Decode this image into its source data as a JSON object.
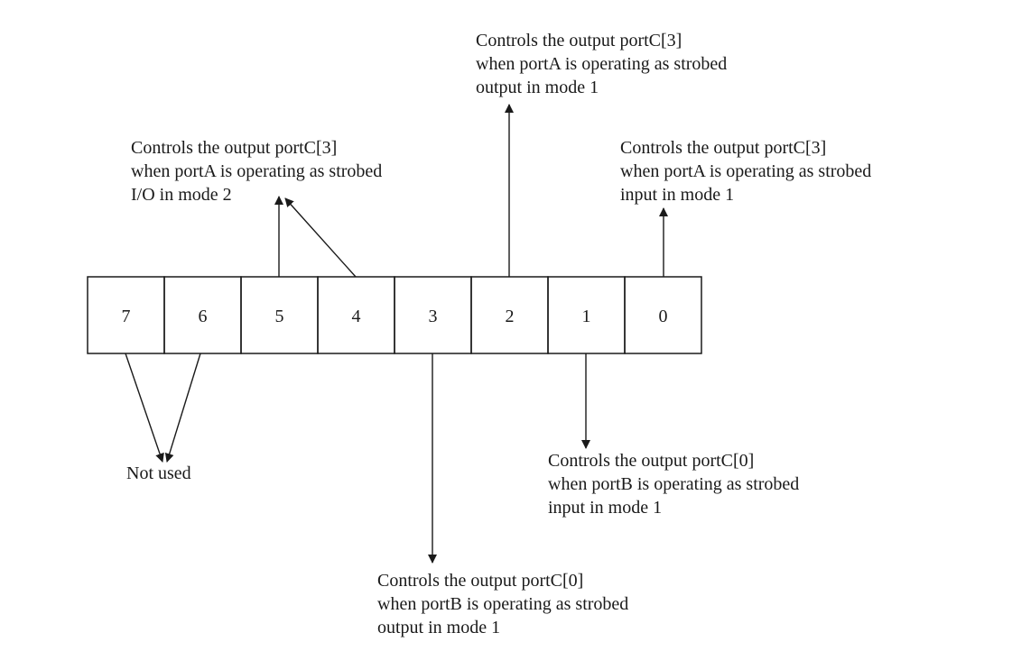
{
  "register": {
    "bits": [
      "7",
      "6",
      "5",
      "4",
      "3",
      "2",
      "1",
      "0"
    ]
  },
  "labels": {
    "bit2": [
      "Controls the output portC[3]",
      "when portA is operating as strobed",
      "output in mode 1"
    ],
    "bit54": [
      "Controls the output portC[3]",
      "when portA is operating as strobed",
      "I/O in mode 2"
    ],
    "bit0": [
      "Controls the output portC[3]",
      "when portA is operating as strobed",
      "input in mode 1"
    ],
    "bit1": [
      "Controls the output portC[0]",
      "when portB is operating as strobed",
      "input in mode 1"
    ],
    "bit3": [
      "Controls the output portC[0]",
      "when portB is operating as strobed",
      "output in mode 1"
    ],
    "bits76": [
      "Not used"
    ]
  },
  "colors": {
    "line": "#1a1a1a",
    "text": "#1a1a1a",
    "background": "#ffffff"
  }
}
